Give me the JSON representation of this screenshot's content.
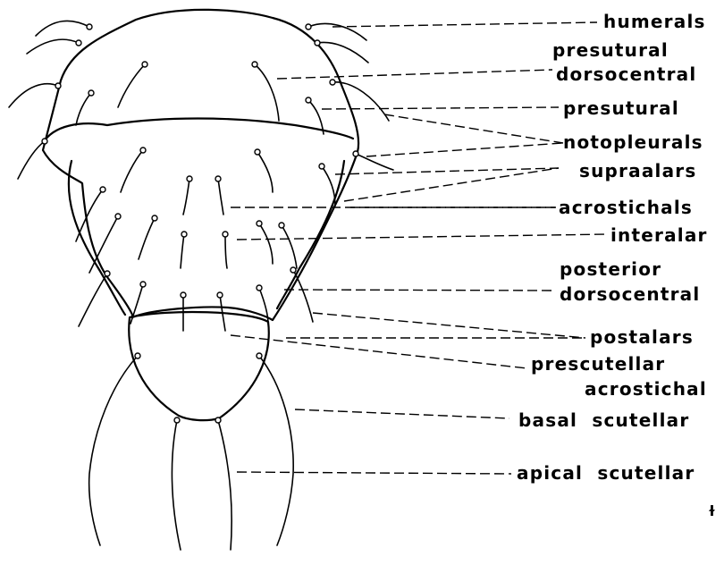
{
  "labels": {
    "humerals": "humerals",
    "presutural_dorsocentral_1": "presutural",
    "presutural_dorsocentral_2": "dorsocentral",
    "presutural": "presutural",
    "notopleurals": "notopleurals",
    "supraalars": "supraalars",
    "acrostichals": "acrostichals",
    "interalar": "interalar",
    "posterior_dorsocentral_1": "posterior",
    "posterior_dorsocentral_2": "dorsocentral",
    "postalars": "postalars",
    "prescutellar_acrostichal_1": "prescutellar",
    "prescutellar_acrostichal_2": "acrostichal",
    "basal_scutellar": "basal  scutellar",
    "apical_scutellar": "apical  scutellar"
  },
  "corner_mark": "ɫ"
}
